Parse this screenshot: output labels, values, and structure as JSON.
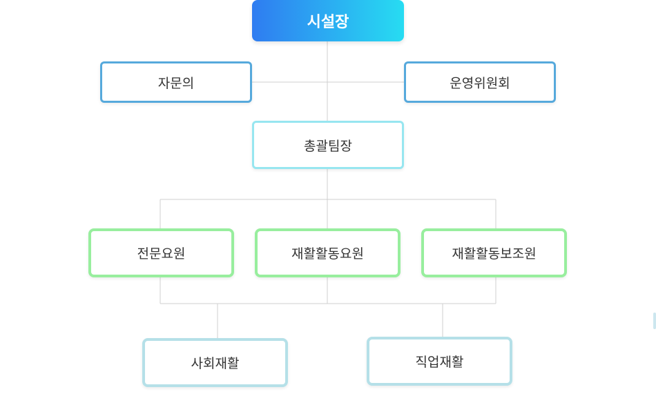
{
  "chart": {
    "root": "시설장",
    "advisory": "자문의",
    "steering": "운영위원회",
    "general_manager": "총괄팀장",
    "staff": [
      "전문요원",
      "재활활동요원",
      "재활활동보조원"
    ],
    "programs": [
      "사회재활",
      "직업재활"
    ]
  },
  "colors": {
    "root_gradient_start": "#2f7cf1",
    "root_gradient_end": "#27dcf2",
    "level2_border": "#56a9dc",
    "level3_border": "#97e6f0",
    "staff_border": "#98ee9e",
    "program_border": "#b5e0e8",
    "connector": "#cfcfcf"
  }
}
